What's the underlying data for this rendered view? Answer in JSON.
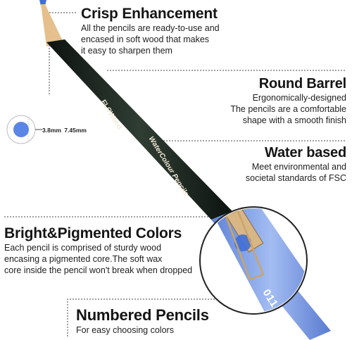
{
  "callouts": {
    "crisp": {
      "title": "Crisp Enhancement",
      "lines": [
        "All the pencils are ready-to-use and",
        "encased in soft wood that makes",
        "it easy to sharpen them"
      ]
    },
    "round": {
      "title": "Round Barrel",
      "lines": [
        "Ergonomically-designed",
        "The pencils are a comfortable",
        "shape with a smooth finish"
      ]
    },
    "water": {
      "title": "Water based",
      "lines": [
        "Meet environmental and",
        "societal standards of FSC"
      ]
    },
    "bright": {
      "title": "Bright&Pigmented Colors",
      "lines": [
        "Each pencil is comprised of sturdy wood",
        "encasing a pigmented core.The soft wax",
        "core inside the pencil won't break when dropped"
      ]
    },
    "numbered": {
      "title": "Numbered Pencils",
      "lines": [
        "For easy choosing colors"
      ]
    }
  },
  "diameter": {
    "core": "3.8mm",
    "barrel": "7.45mm"
  },
  "pencil": {
    "brand": "FLOWood",
    "product": "WaterColour Pencils",
    "number": "011"
  },
  "colors": {
    "barrel_dark": "#1f2a22",
    "barrel_blue": "#7d9ee8",
    "core_blue": "#4f7fe0",
    "wood": "#e9c79a",
    "gold": "#c9a46a",
    "line": "#555555"
  }
}
